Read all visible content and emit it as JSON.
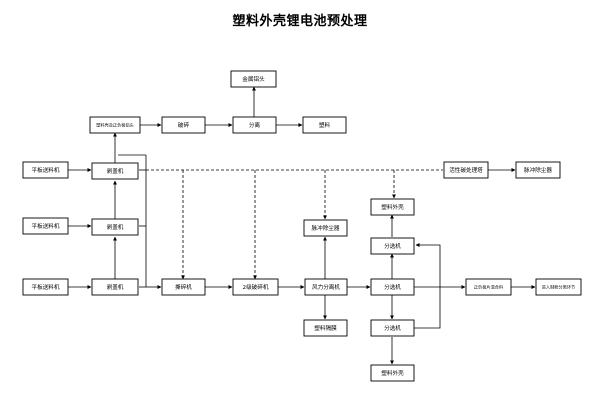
{
  "title": "塑料外壳锂电池预处理",
  "nodes": {
    "feeder_1": "平板送料机",
    "feeder_2": "平板送料机",
    "feeder_3": "平板送料机",
    "lid_remover_1": "剥盖机",
    "lid_remover_2": "剥盖机",
    "lid_remover_3": "剥盖机",
    "shell_collect": "塑料壳及正负极铝头",
    "crusher": "破碎",
    "separation": "分离",
    "metal_tab": "金属铝头",
    "plastic": "塑料",
    "carbon_tower": "活性碳处理塔",
    "pulse_dust_1": "脉冲除尘器",
    "tear_crusher": "撕碎机",
    "crusher_2": "2级破碎机",
    "pulse_dust_2": "脉冲除尘器",
    "air_separator": "风力分离机",
    "plastic_film": "塑料隔膜",
    "plastic_shell_top": "塑料外壳",
    "sorter_top": "分选机",
    "sorter_mid": "分选机",
    "sorter_bottom": "分选机",
    "plastic_shell_bottom": "塑料外壳",
    "electrode_mix": "正负极片混合料",
    "next_step": "进入制粉分离环节"
  }
}
